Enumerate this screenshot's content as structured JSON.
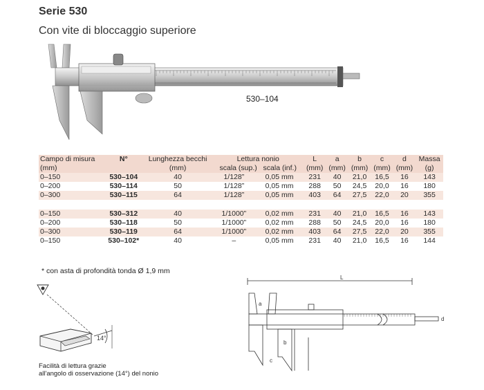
{
  "header": {
    "title": "Serie 530",
    "subtitle": "Con vite di bloccaggio superiore"
  },
  "photo": {
    "model_label": "530–104"
  },
  "table": {
    "headers": {
      "range": "Campo di misura",
      "range_unit": "(mm)",
      "code": "N°",
      "jaw": "Lunghezza becchi",
      "jaw_unit": "(mm)",
      "reading": "Lettura nonio",
      "reading_sup": "scala (sup.)",
      "reading_inf": "scala (inf.)",
      "L": "L",
      "L_unit": "(mm)",
      "a": "a",
      "a_unit": "(mm)",
      "b": "b",
      "b_unit": "(mm)",
      "c": "c",
      "c_unit": "(mm)",
      "d": "d",
      "d_unit": "(mm)",
      "mass": "Massa",
      "mass_unit": "(g)"
    },
    "group1": [
      {
        "range": "0–150",
        "code": "530–104",
        "jaw": "40",
        "sup": "1/128”",
        "inf": "0,05 mm",
        "L": "231",
        "a": "40",
        "b": "21,0",
        "c": "16,5",
        "d": "16",
        "mass": "143"
      },
      {
        "range": "0–200",
        "code": "530–114",
        "jaw": "50",
        "sup": "1/128”",
        "inf": "0,05 mm",
        "L": "288",
        "a": "50",
        "b": "24,5",
        "c": "20,0",
        "d": "16",
        "mass": "180"
      },
      {
        "range": "0–300",
        "code": "530–115",
        "jaw": "64",
        "sup": "1/128”",
        "inf": "0,05 mm",
        "L": "403",
        "a": "64",
        "b": "27,5",
        "c": "22,0",
        "d": "20",
        "mass": "355"
      }
    ],
    "group2": [
      {
        "range": "0–150",
        "code": "530–312",
        "jaw": "40",
        "sup": "1/1000”",
        "inf": "0,02 mm",
        "L": "231",
        "a": "40",
        "b": "21,0",
        "c": "16,5",
        "d": "16",
        "mass": "143"
      },
      {
        "range": "0–200",
        "code": "530–118",
        "jaw": "50",
        "sup": "1/1000”",
        "inf": "0,02 mm",
        "L": "288",
        "a": "50",
        "b": "24,5",
        "c": "20,0",
        "d": "16",
        "mass": "180"
      },
      {
        "range": "0–300",
        "code": "530–119",
        "jaw": "64",
        "sup": "1/1000”",
        "inf": "0,02 mm",
        "L": "403",
        "a": "64",
        "b": "27,5",
        "c": "22,0",
        "d": "20",
        "mass": "355"
      },
      {
        "range": "0–150",
        "code": "530–102*",
        "jaw": "40",
        "sup": "–",
        "inf": "0,05 mm",
        "L": "231",
        "a": "40",
        "b": "21,0",
        "c": "16,5",
        "d": "16",
        "mass": "144"
      }
    ],
    "footnote": "* con asta di profondità tonda  Ø 1,9 mm"
  },
  "diagram_left": {
    "angle_label": "14°",
    "caption_line1": "Facilità di lettura grazie",
    "caption_line2": "all'angolo di osservazione (14°) del nonio"
  },
  "diagram_right": {
    "labels": {
      "L": "L",
      "a": "a",
      "b": "b",
      "c": "c",
      "d": "d"
    }
  }
}
